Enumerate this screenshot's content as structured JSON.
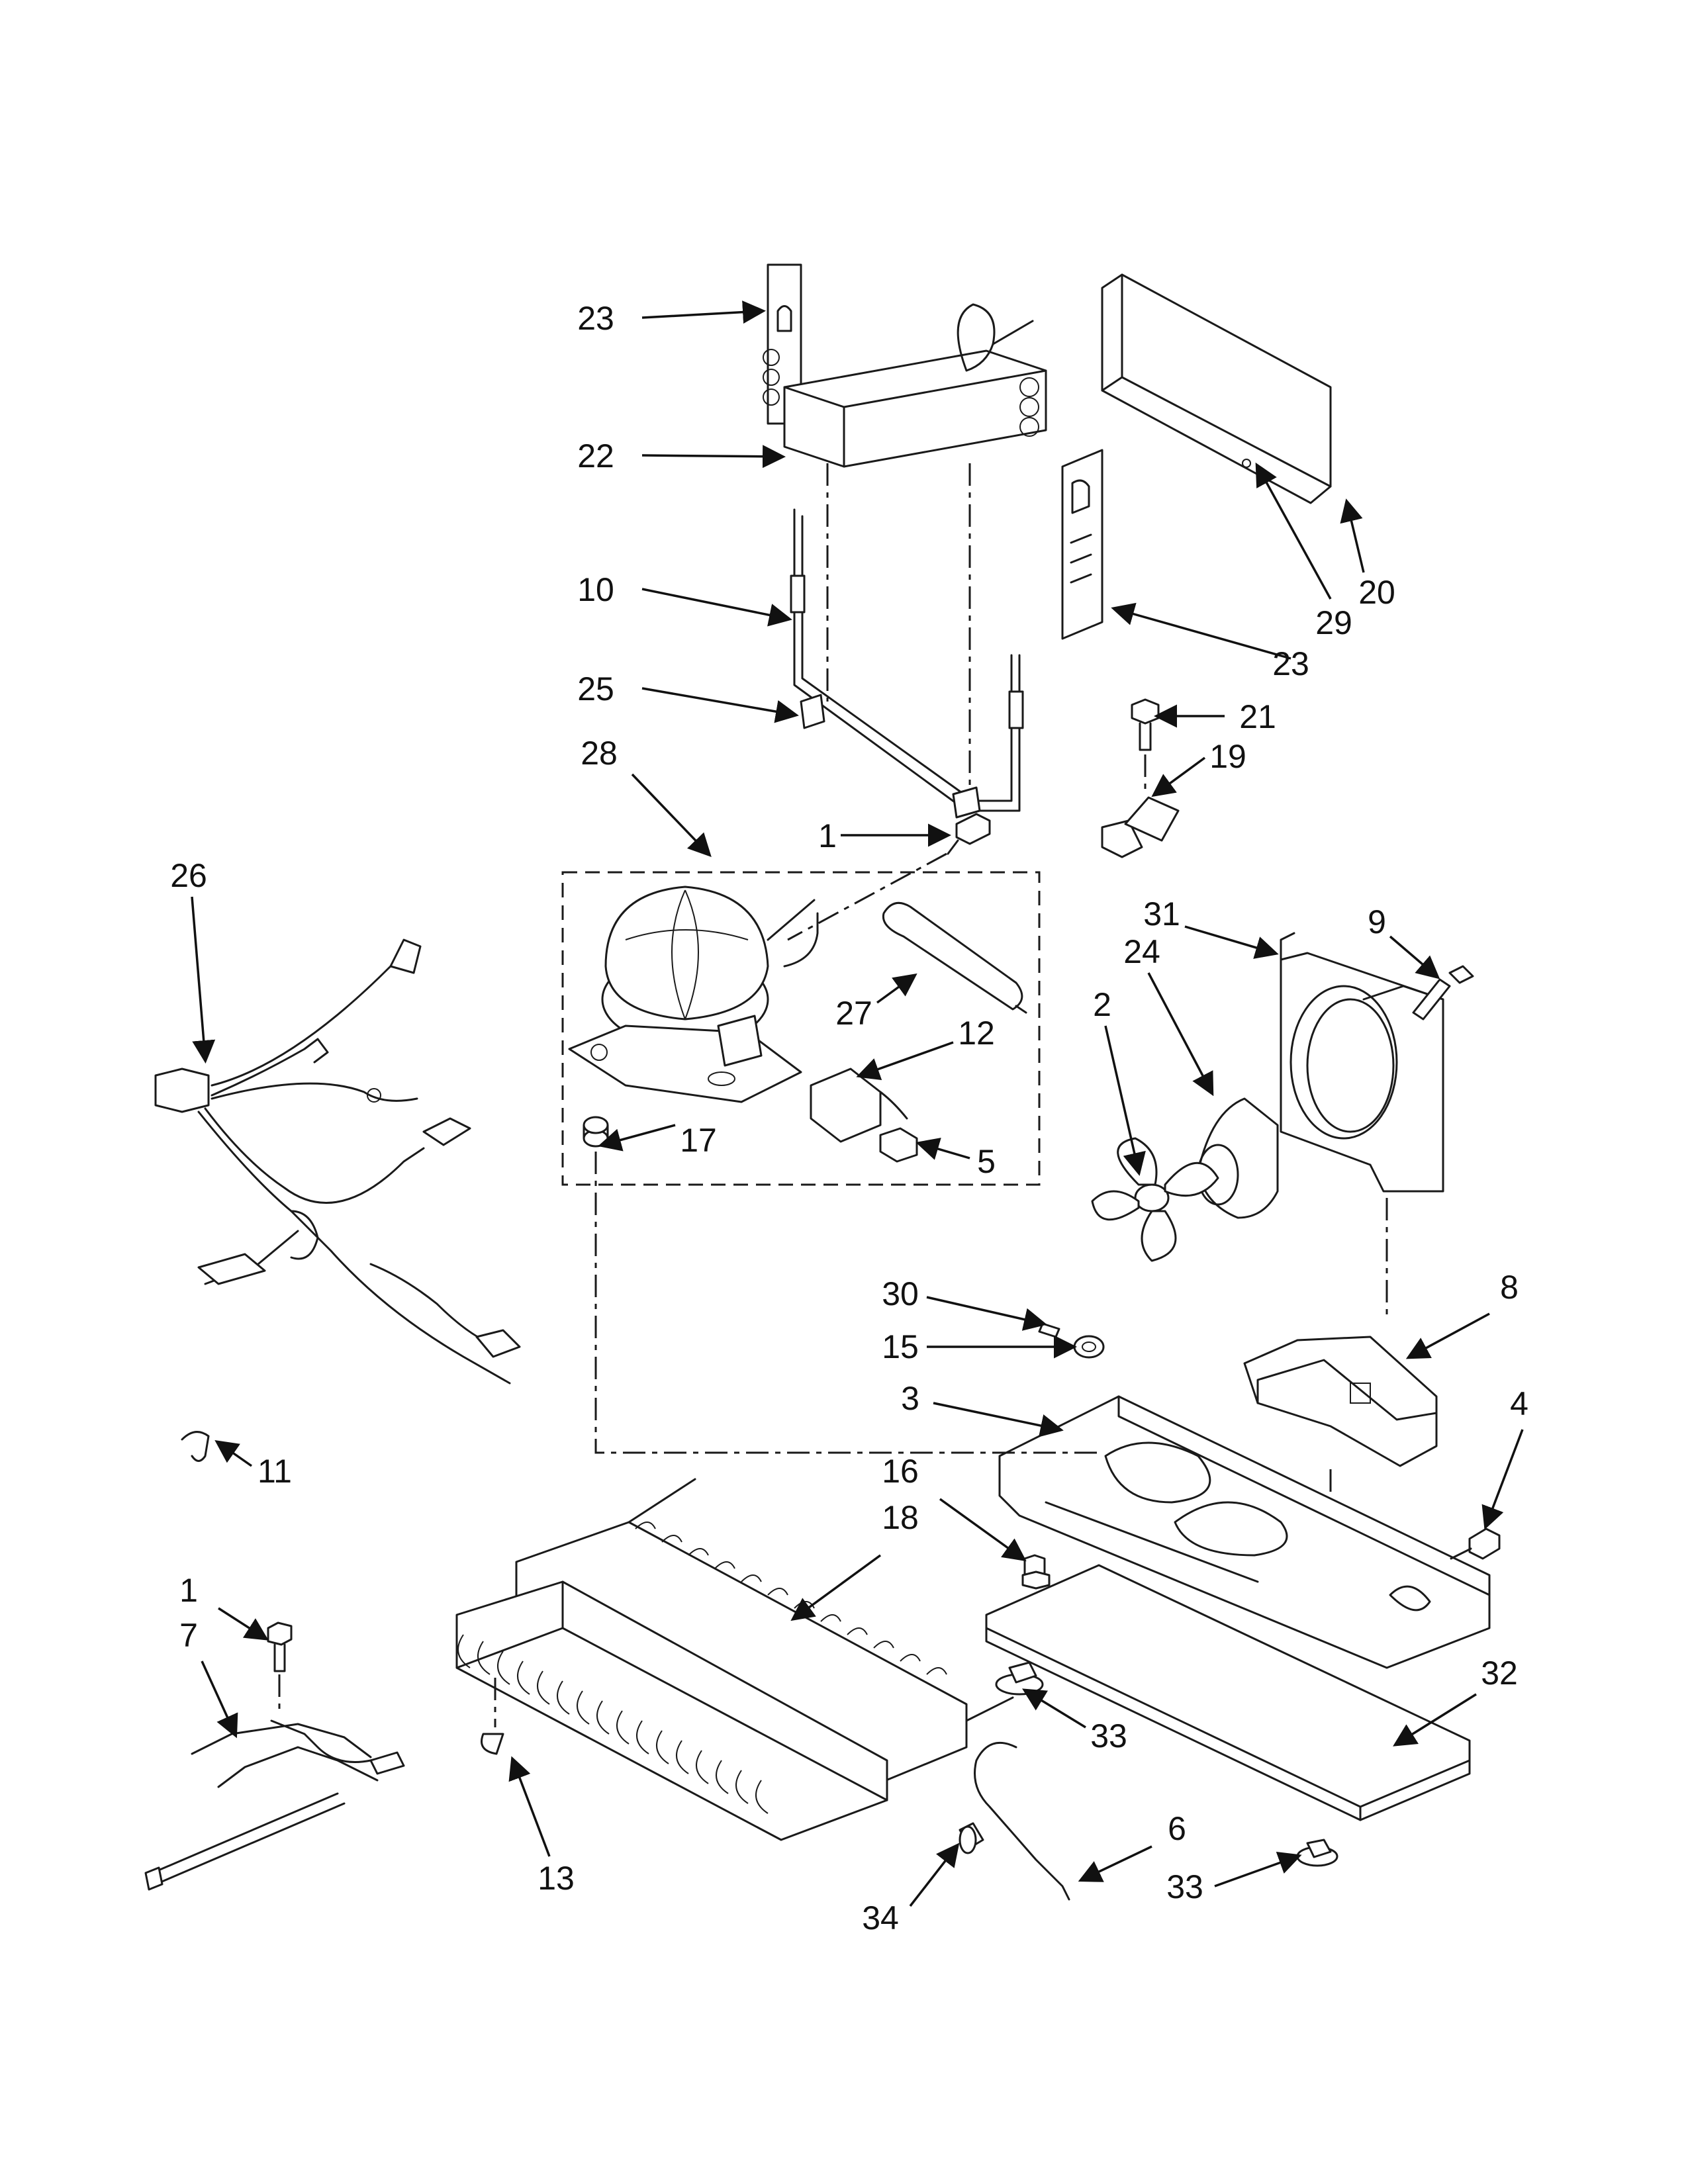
{
  "diagram": {
    "callouts": [
      {
        "id": "23-top",
        "label": "23"
      },
      {
        "id": "22",
        "label": "22"
      },
      {
        "id": "10",
        "label": "10"
      },
      {
        "id": "25",
        "label": "25"
      },
      {
        "id": "28",
        "label": "28"
      },
      {
        "id": "26",
        "label": "26"
      },
      {
        "id": "1-top",
        "label": "1"
      },
      {
        "id": "27",
        "label": "27"
      },
      {
        "id": "12",
        "label": "12"
      },
      {
        "id": "17",
        "label": "17"
      },
      {
        "id": "5",
        "label": "5"
      },
      {
        "id": "20",
        "label": "20"
      },
      {
        "id": "29",
        "label": "29"
      },
      {
        "id": "23-right",
        "label": "23"
      },
      {
        "id": "21",
        "label": "21"
      },
      {
        "id": "19",
        "label": "19"
      },
      {
        "id": "31",
        "label": "31"
      },
      {
        "id": "9",
        "label": "9"
      },
      {
        "id": "24",
        "label": "24"
      },
      {
        "id": "2",
        "label": "2"
      },
      {
        "id": "8",
        "label": "8"
      },
      {
        "id": "30",
        "label": "30"
      },
      {
        "id": "15",
        "label": "15"
      },
      {
        "id": "3",
        "label": "3"
      },
      {
        "id": "4",
        "label": "4"
      },
      {
        "id": "11",
        "label": "11"
      },
      {
        "id": "16",
        "label": "16"
      },
      {
        "id": "18",
        "label": "18"
      },
      {
        "id": "1-bottom",
        "label": "1"
      },
      {
        "id": "7",
        "label": "7"
      },
      {
        "id": "33-mid",
        "label": "33"
      },
      {
        "id": "32",
        "label": "32"
      },
      {
        "id": "13",
        "label": "13"
      },
      {
        "id": "6",
        "label": "6"
      },
      {
        "id": "34",
        "label": "34"
      },
      {
        "id": "33-bottom",
        "label": "33"
      }
    ]
  }
}
